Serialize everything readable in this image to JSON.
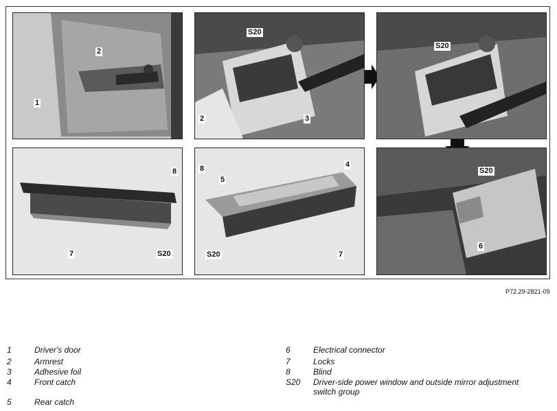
{
  "figure_id": "P72.29-2821-09",
  "callouts": {
    "p1": [
      "2",
      "1"
    ],
    "p2": [
      "S20",
      "3",
      "2"
    ],
    "p3": [
      "S20"
    ],
    "p4": [
      "8",
      "7",
      "S20"
    ],
    "p5": [
      "8",
      "5",
      "4",
      "S20",
      "7"
    ],
    "p6": [
      "S20",
      "6"
    ]
  },
  "legend_left": [
    {
      "num": "1",
      "text": "Driver's door"
    },
    {
      "num": "2",
      "text": "Armrest"
    },
    {
      "num": "3",
      "text": "Adhesive foil"
    },
    {
      "num": "4",
      "text": "Front catch"
    },
    {
      "num": "5",
      "text": "Rear catch"
    }
  ],
  "legend_right": [
    {
      "num": "6",
      "text": "Electrical connector"
    },
    {
      "num": "7",
      "text": "Locks"
    },
    {
      "num": "8",
      "text": "Blind"
    },
    {
      "num": "S20",
      "text": "Driver-side power window and outside mirror adjustment switch group"
    }
  ]
}
